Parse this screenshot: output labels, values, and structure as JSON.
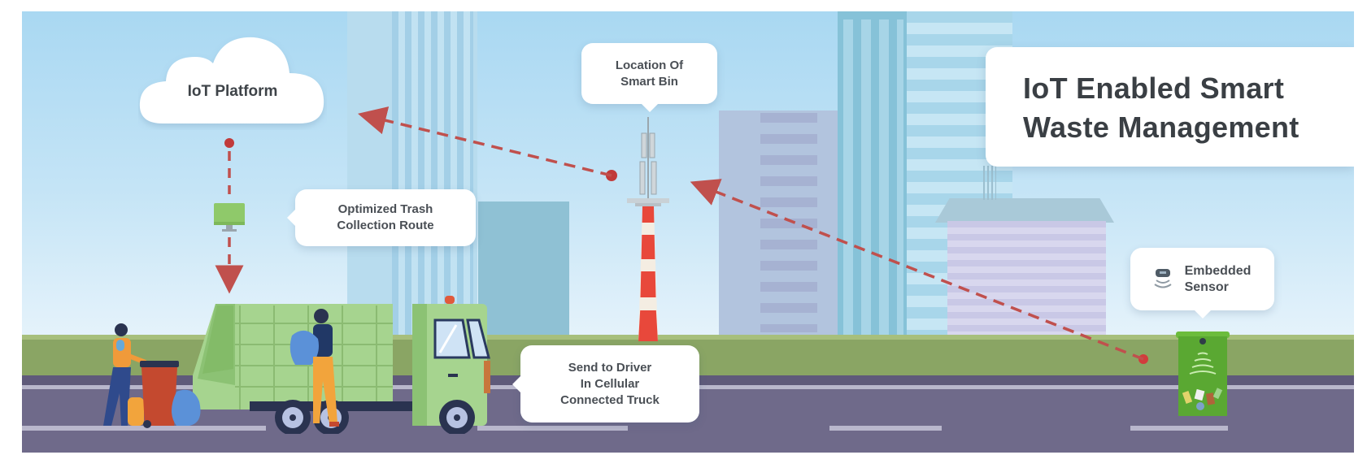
{
  "title": {
    "line1": "IoT Enabled Smart",
    "line2": "Waste Management"
  },
  "nodes": {
    "cloud": {
      "label": "IoT Platform",
      "icon": "cloud-icon"
    },
    "route": {
      "line1": "Optimized Trash",
      "line2": "Collection Route",
      "icon": "monitor-icon"
    },
    "tower": {
      "line1": "Location Of",
      "line2": "Smart Bin",
      "icon": "cell-tower-icon"
    },
    "driver": {
      "line1": "Send to Driver",
      "line2": "In Cellular",
      "line3": "Connected Truck",
      "icon": "garbage-truck-icon"
    },
    "sensor": {
      "line1": "Embedded",
      "line2": "Sensor",
      "icon": "sensor-icon"
    }
  },
  "flows": [
    {
      "from": "Embedded Sensor (smart bin)",
      "to": "Location Of Smart Bin (cell tower)",
      "style": "dashed-arrow"
    },
    {
      "from": "Location Of Smart Bin (cell tower)",
      "to": "IoT Platform",
      "style": "dashed-arrow"
    },
    {
      "from": "IoT Platform",
      "to": "Optimized Trash Collection Route",
      "style": "dashed-arrow"
    },
    {
      "from": "Optimized Trash Collection Route",
      "to": "Garbage truck",
      "style": "dashed-arrow"
    }
  ],
  "colors": {
    "sky": "#b6def4",
    "flow_line": "#c0504d",
    "truck": "#a6d48f",
    "smart_bin": "#5aa832",
    "road": "#6f6a8a",
    "grass": "#8aa564",
    "tower_red": "#e8483b",
    "text": "#3a3f44"
  }
}
